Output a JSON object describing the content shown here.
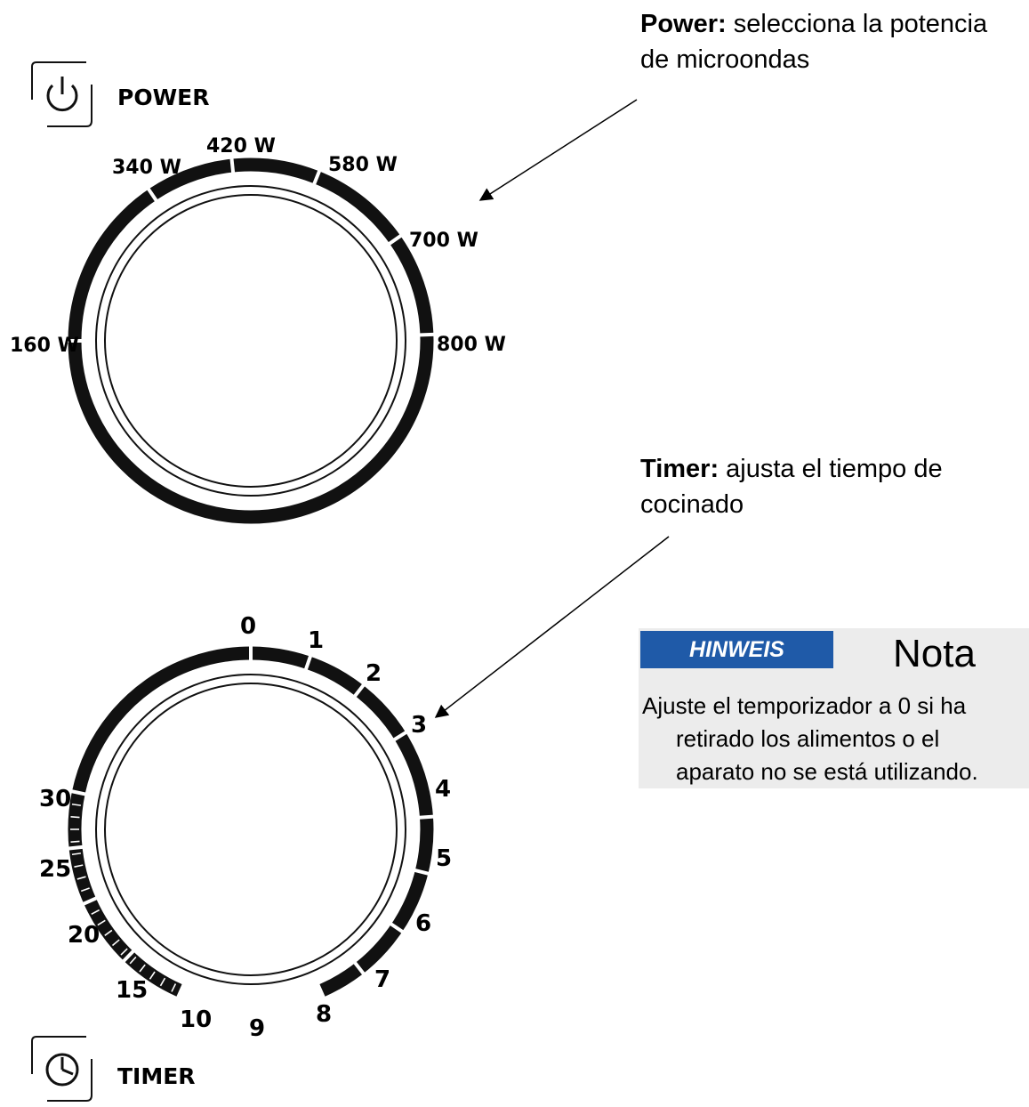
{
  "power_panel": {
    "label": "POWER",
    "icon": "power-icon",
    "levels": [
      "160 W",
      "340 W",
      "420 W",
      "580 W",
      "700 W",
      "800 W"
    ]
  },
  "timer_panel": {
    "label": "TIMER",
    "icon": "timer-icon",
    "ticks": [
      "0",
      "1",
      "2",
      "3",
      "4",
      "5",
      "6",
      "7",
      "8",
      "9",
      "10",
      "15",
      "20",
      "25",
      "30"
    ]
  },
  "annotations": {
    "power": {
      "bold": "Power:",
      "line1": " selecciona la potencia",
      "line2": "de microondas"
    },
    "timer": {
      "bold": "Timer:",
      "line1": " ajusta el tiempo de",
      "line2": "cocinado"
    }
  },
  "note": {
    "badge": "HINWEIS",
    "title": "Nota",
    "line1": "Ajuste el temporizador a 0 si ha",
    "line2": "retirado los alimentos o el",
    "line3": "aparato no se está utilizando."
  },
  "colors": {
    "ring": "#111111",
    "badge_bg": "#1f5aa8",
    "note_bg": "#ececec"
  }
}
